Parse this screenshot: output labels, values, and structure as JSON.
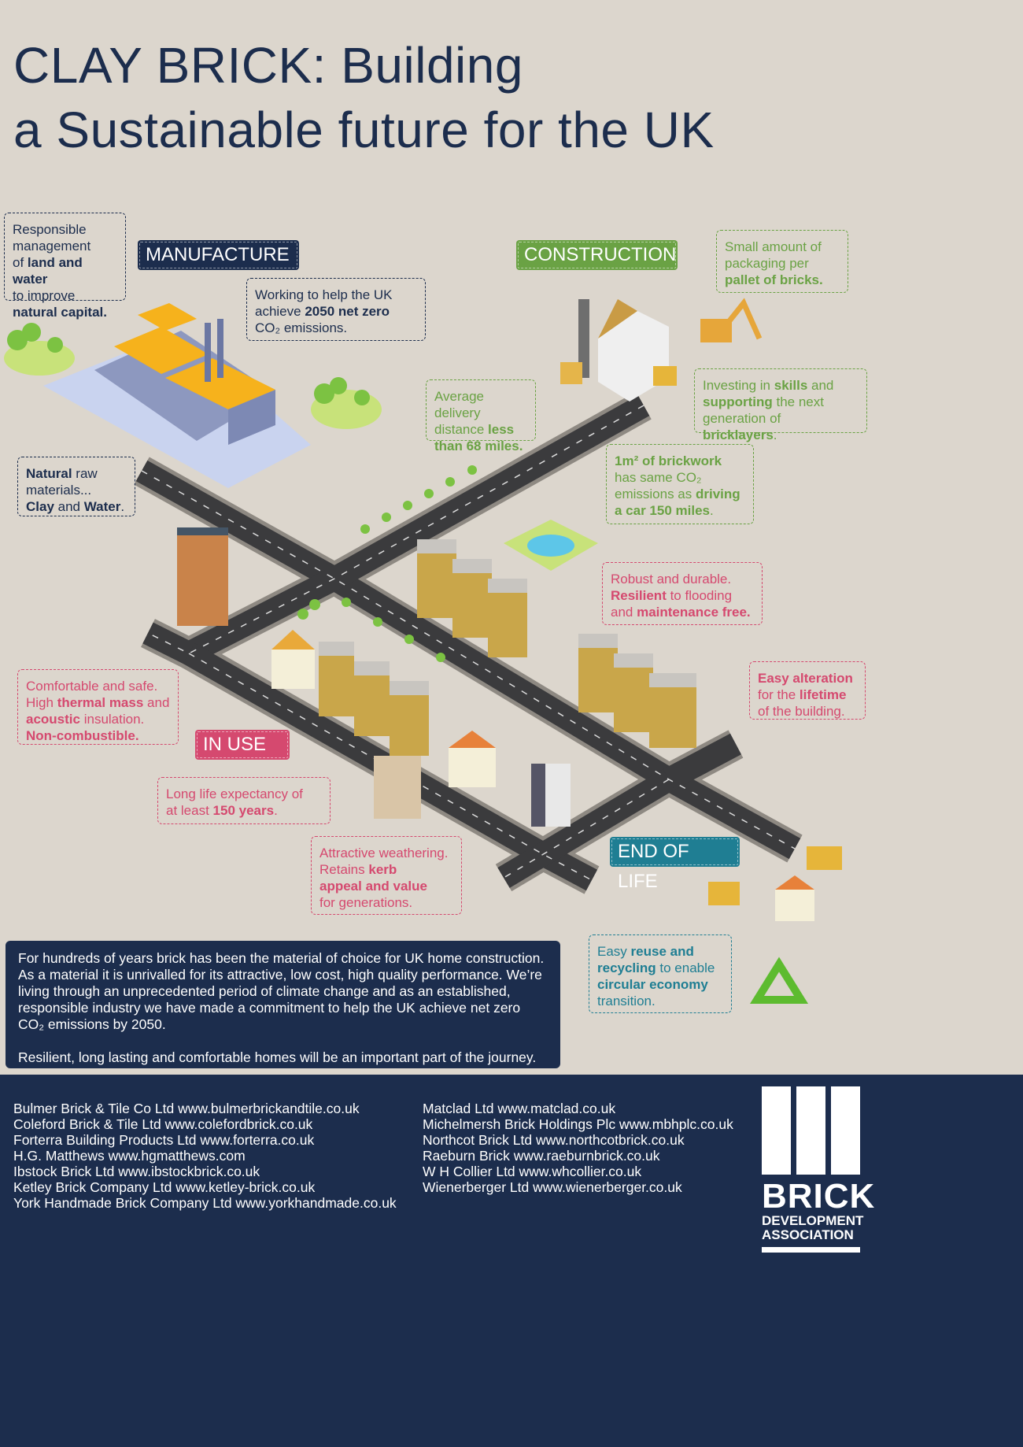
{
  "title": {
    "line1": "CLAY BRICK: Building",
    "line2": "a Sustainable future for the UK"
  },
  "stages": {
    "manufacture": "MANUFACTURE",
    "construction": "CONSTRUCTION",
    "in_use": "IN USE",
    "end_of_life": "END OF LIFE"
  },
  "colors": {
    "navy": "#1c2d4d",
    "green": "#6aa244",
    "pink": "#d5496f",
    "teal": "#1f7e93",
    "background": "#dcd6cd"
  },
  "boxes": [
    {
      "id": "land-water",
      "theme": "navy",
      "lines": [
        [
          {
            "t": "Responsible"
          }
        ],
        [
          {
            "t": "management"
          }
        ],
        [
          {
            "t": "of "
          },
          {
            "t": "land and water",
            "b": true
          }
        ],
        [
          {
            "t": "to improve"
          }
        ],
        [
          {
            "t": "natural capital.",
            "b": true
          }
        ]
      ]
    },
    {
      "id": "net-zero",
      "theme": "navy",
      "lines": [
        [
          {
            "t": "Working to help the UK"
          }
        ],
        [
          {
            "t": "achieve "
          },
          {
            "t": "2050 net zero",
            "b": true
          }
        ],
        [
          {
            "t": "CO₂ emissions."
          }
        ]
      ]
    },
    {
      "id": "raw-materials",
      "theme": "navy",
      "lines": [
        [
          {
            "t": "Natural",
            "b": true
          },
          {
            "t": " raw"
          }
        ],
        [
          {
            "t": "materials..."
          }
        ],
        [
          {
            "t": "Clay",
            "b": true
          },
          {
            "t": " and "
          },
          {
            "t": "Water",
            "b": true
          },
          {
            "t": "."
          }
        ]
      ]
    },
    {
      "id": "packaging",
      "theme": "green",
      "lines": [
        [
          {
            "t": "Small amount of"
          }
        ],
        [
          {
            "t": "packaging per"
          }
        ],
        [
          {
            "t": "pallet of bricks.",
            "b": true
          }
        ]
      ]
    },
    {
      "id": "delivery",
      "theme": "green",
      "lines": [
        [
          {
            "t": "Average delivery"
          }
        ],
        [
          {
            "t": "distance "
          },
          {
            "t": "less",
            "b": true
          }
        ],
        [
          {
            "t": "than 68 miles.",
            "b": true
          }
        ]
      ]
    },
    {
      "id": "skills",
      "theme": "green",
      "lines": [
        [
          {
            "t": "Investing in "
          },
          {
            "t": "skills",
            "b": true
          },
          {
            "t": " and"
          }
        ],
        [
          {
            "t": "supporting",
            "b": true
          },
          {
            "t": " the next"
          }
        ],
        [
          {
            "t": "generation of "
          },
          {
            "t": "bricklayers",
            "b": true
          },
          {
            "t": "."
          }
        ]
      ]
    },
    {
      "id": "brickwork-co2",
      "theme": "green",
      "lines": [
        [
          {
            "t": "1m² of brickwork",
            "b": true
          }
        ],
        [
          {
            "t": "has same CO₂"
          }
        ],
        [
          {
            "t": "emissions as "
          },
          {
            "t": "driving",
            "b": true
          }
        ],
        [
          {
            "t": "a car 150 miles",
            "b": true
          },
          {
            "t": "."
          }
        ]
      ]
    },
    {
      "id": "robust",
      "theme": "pink",
      "lines": [
        [
          {
            "t": "Robust and durable."
          }
        ],
        [
          {
            "t": "Resilient",
            "b": true
          },
          {
            "t": " to flooding"
          }
        ],
        [
          {
            "t": "and "
          },
          {
            "t": "maintenance free.",
            "b": true
          }
        ]
      ]
    },
    {
      "id": "alteration",
      "theme": "pink",
      "lines": [
        [
          {
            "t": "Easy alteration",
            "b": true
          }
        ],
        [
          {
            "t": "for the "
          },
          {
            "t": "lifetime",
            "b": true
          }
        ],
        [
          {
            "t": "of the building."
          }
        ]
      ]
    },
    {
      "id": "comfortable",
      "theme": "pink",
      "lines": [
        [
          {
            "t": "Comfortable and safe."
          }
        ],
        [
          {
            "t": "High "
          },
          {
            "t": "thermal mass",
            "b": true
          },
          {
            "t": " and"
          }
        ],
        [
          {
            "t": "acoustic",
            "b": true
          },
          {
            "t": " insulation."
          }
        ],
        [
          {
            "t": "Non-combustible.",
            "b": true
          }
        ]
      ]
    },
    {
      "id": "long-life",
      "theme": "pink",
      "lines": [
        [
          {
            "t": "Long life expectancy of"
          }
        ],
        [
          {
            "t": "at least "
          },
          {
            "t": "150 years",
            "b": true
          },
          {
            "t": "."
          }
        ]
      ]
    },
    {
      "id": "weathering",
      "theme": "pink",
      "lines": [
        [
          {
            "t": "Attractive weathering."
          }
        ],
        [
          {
            "t": "Retains "
          },
          {
            "t": "kerb",
            "b": true
          }
        ],
        [
          {
            "t": "appeal and value",
            "b": true
          }
        ],
        [
          {
            "t": "for generations."
          }
        ]
      ]
    },
    {
      "id": "reuse",
      "theme": "teal",
      "lines": [
        [
          {
            "t": "Easy "
          },
          {
            "t": "reuse and",
            "b": true
          }
        ],
        [
          {
            "t": "recycling",
            "b": true
          },
          {
            "t": " to enable"
          }
        ],
        [
          {
            "t": "circular economy",
            "b": true
          }
        ],
        [
          {
            "t": "transition."
          }
        ]
      ]
    }
  ],
  "intro": {
    "p1": "For hundreds of years brick has been the material of choice for UK home construction. As a material it is unrivalled for its attractive, low cost, high quality performance. We’re living through an unprecedented period of climate change and as an established, responsible industry we have made a commitment to help the UK achieve net zero CO₂ emissions by 2050.",
    "p2": "Resilient, long lasting and comfortable homes will be an important part of the journey."
  },
  "members_left": [
    "Bulmer Brick & Tile Co Ltd www.bulmerbrickandtile.co.uk",
    "Coleford Brick & Tile Ltd www.colefordbrick.co.uk",
    "Forterra Building Products Ltd www.forterra.co.uk",
    "H.G. Matthews www.hgmatthews.com",
    "Ibstock Brick Ltd www.ibstockbrick.co.uk",
    "Ketley Brick Company Ltd www.ketley-brick.co.uk",
    "York Handmade Brick Company Ltd www.yorkhandmade.co.uk"
  ],
  "members_right": [
    "Matclad Ltd www.matclad.co.uk",
    "Michelmersh Brick Holdings Plc www.mbhplc.co.uk",
    "Northcot Brick Ltd www.northcotbrick.co.uk",
    "Raeburn Brick www.raeburnbrick.co.uk",
    "W H Collier Ltd www.whcollier.co.uk",
    "Wienerberger Ltd www.wienerberger.co.uk"
  ],
  "logo": {
    "brick": "BRICK",
    "line2": "DEVELOPMENT",
    "line3": "ASSOCIATION"
  }
}
